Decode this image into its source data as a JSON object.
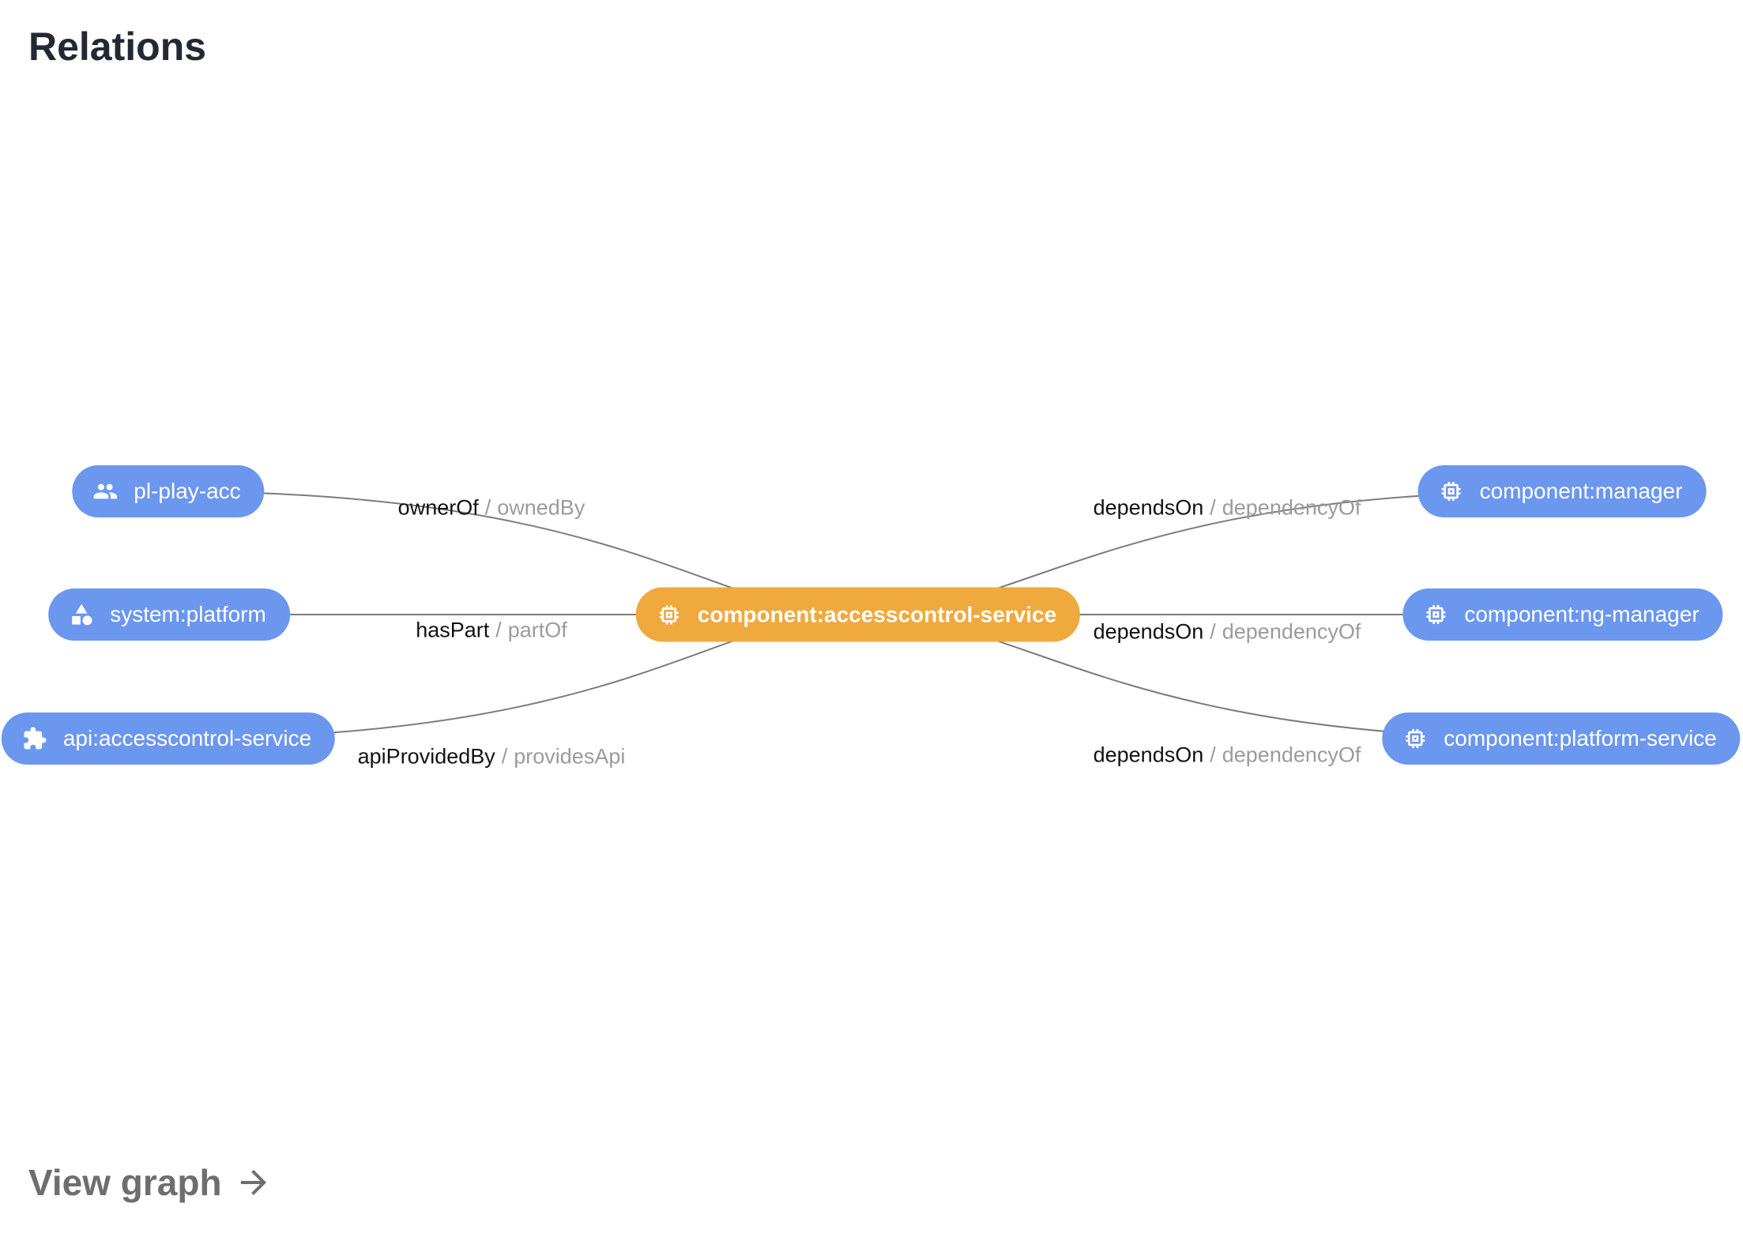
{
  "card": {
    "title": "Relations"
  },
  "footer": {
    "link_label": "View graph",
    "arrow_icon": "arrow-right-icon"
  },
  "edge_label_separator": "/",
  "colors": {
    "node_blue": "#6B97EE",
    "node_orange": "#F0A93C",
    "edge_line": "#7b7b7b",
    "relation_text": "#121212",
    "reverse_relation_text": "#9b9b9b",
    "title_text": "#232833",
    "footer_link": "#6e6e6e"
  },
  "graph": {
    "center_node": {
      "label": "component:accesscontrol-service",
      "icon": "chip-icon",
      "color": "#F0A93C"
    },
    "left_nodes": [
      {
        "label": "pl-play-acc",
        "icon": "group-icon",
        "relation": "ownerOf",
        "reverse_relation": "ownedBy"
      },
      {
        "label": "system:platform",
        "icon": "category-icon",
        "relation": "hasPart",
        "reverse_relation": "partOf"
      },
      {
        "label": "api:accesscontrol-service",
        "icon": "puzzle-icon",
        "relation": "apiProvidedBy",
        "reverse_relation": "providesApi"
      }
    ],
    "right_nodes": [
      {
        "label": "component:manager",
        "icon": "chip-icon",
        "relation": "dependsOn",
        "reverse_relation": "dependencyOf"
      },
      {
        "label": "component:ng-manager",
        "icon": "chip-icon",
        "relation": "dependsOn",
        "reverse_relation": "dependencyOf"
      },
      {
        "label": "component:platform-service",
        "icon": "chip-icon",
        "relation": "dependsOn",
        "reverse_relation": "dependencyOf"
      }
    ]
  }
}
